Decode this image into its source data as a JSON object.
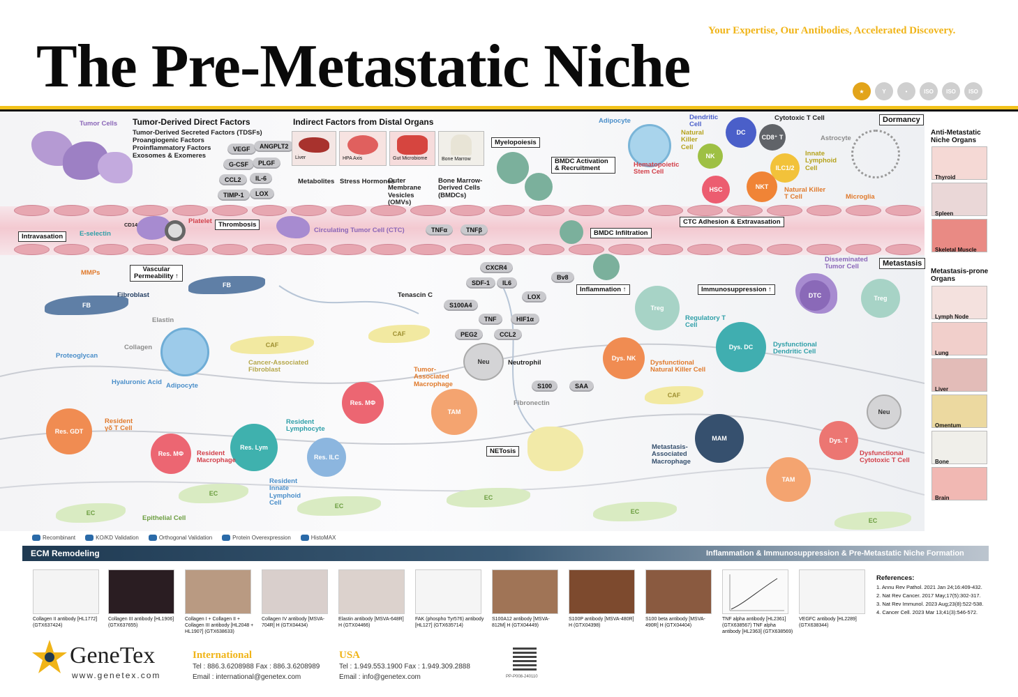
{
  "header": {
    "tagline": "Your Expertise, Our Antibodies, Accelerated Discovery.",
    "title": "The Pre-Metastatic Niche",
    "badges": [
      "ISO",
      "ISO",
      "ISO"
    ]
  },
  "tumor": {
    "tumor_cells": "Tumor Cells",
    "direct_title": "Tumor-Derived Direct Factors",
    "direct_items": [
      "Tumor-Derived Secreted Factors (TDSFs)",
      "Proangiogenic Factors",
      "Proinflammatory Factors",
      "Exosomes & Exomeres"
    ],
    "factors": [
      "VEGF",
      "ANGPLT2",
      "G-CSF",
      "PLGF",
      "CCL2",
      "IL-6",
      "TIMP-1",
      "LOX"
    ]
  },
  "indirect": {
    "title": "Indirect Factors from Distal Organs",
    "organs": [
      {
        "name": "Liver",
        "caption": "Metabolites"
      },
      {
        "name": "HPA Axis",
        "caption": "Stress Hormones"
      },
      {
        "name": "Gut Microbiome",
        "caption": "Outer Membrane Vesicles (OMVs)"
      },
      {
        "name": "Bone Marrow",
        "caption": "Bone Marrow-Derived Cells (BMDCs)"
      }
    ]
  },
  "process_labels": {
    "myelopoiesis": "Myelopoiesis",
    "bmdc_activation": "BMDC Activation & Recruitment",
    "bmdc_infiltration": "BMDC Infiltration",
    "ctc_adhesion": "CTC Adhesion & Extravasation",
    "intravasation": "Intravasation",
    "thrombosis": "Thrombosis",
    "vascular_permeability": "Vascular Permeability ↑",
    "inflammation": "Inflammation ↑",
    "immunosuppression": "Immunosuppression ↑",
    "netosis": "NETosis",
    "dormancy": "Dormancy",
    "metastasis": "Metastasis"
  },
  "labels": {
    "adipocyte_top": "Adipocyte",
    "dendritic_cell": "Dendritic Cell",
    "dc": "DC",
    "cytotoxic_t": "Cytotoxic T Cell",
    "cd8": "CD8⁺ T",
    "nk_cell": "Natural Killer Cell",
    "nk": "NK",
    "ilc12": "ILC1/2",
    "innate_lymphoid": "Innate Lymphoid Cell",
    "astrocyte": "Astrocyte",
    "hsc_full": "Hematopoietic Stem Cell",
    "hsc": "HSC",
    "nkt": "NKT",
    "nkt_full": "Natural Killer T Cell",
    "microglia": "Microglia",
    "e_selectin": "E-selectin",
    "cd142": "CD142",
    "platelet": "Platelet",
    "ctc": "Circulating Tumor Cell (CTC)",
    "tnfa": "TNFα",
    "tnfb": "TNFβ",
    "mmps": "MMPs",
    "fibroblast": "Fibroblast",
    "fb": "FB",
    "elastin": "Elastin",
    "collagen": "Collagen",
    "proteoglycan": "Proteoglycan",
    "hyaluronic": "Hyaluronic Acid",
    "adipocyte": "Adipocyte",
    "caf": "CAF",
    "caf_full": "Cancer-Associated Fibroblast",
    "tenascin": "Tenascin C",
    "cxcr4": "CXCR4",
    "sdf1": "SDF-1",
    "il6": "IL6",
    "lox": "LOX",
    "bv8": "Bv8",
    "s100a4": "S100A4",
    "tnf": "TNF",
    "hif1a": "HIF1α",
    "peg2": "PEG2",
    "ccl2": "CCL2",
    "neu": "Neu",
    "neutrophil": "Neutrophil",
    "tam": "TAM",
    "tam_full": "Tumor-Associated Macrophage",
    "s100": "S100",
    "saa": "SAA",
    "fibronectin": "Fibronectin",
    "res_gdt": "Res. GDT",
    "res_gdt_full": "Resident γδ T Cell",
    "res_lym": "Res. Lym",
    "res_lym_full": "Resident Lymphocyte",
    "res_mf": "Res. MΦ",
    "res_mf_full": "Resident Macrophage",
    "res_ilc": "Res. ILC",
    "res_ilc_full": "Resident Innate Lymphoid Cell",
    "ec": "EC",
    "epithelial": "Epithelial Cell",
    "treg": "Treg",
    "regulatory_t": "Regulatory T Cell",
    "dtc": "DTC",
    "dtc_full": "Disseminated Tumor Cell",
    "dys_nk": "Dys. NK",
    "dys_nk_full": "Dysfunctional Natural Killer Cell",
    "dys_dc": "Dys. DC",
    "dys_dc_full": "Dysfunctional Dendritic Cell",
    "mam": "MAM",
    "mam_full": "Metastasis-Associated Macrophage",
    "dys_t": "Dys. T",
    "dys_t_full": "Dysfunctional Cytotoxic T Cell"
  },
  "side": {
    "anti_title": "Anti-Metastatic Niche Organs",
    "anti_organs": [
      "Thyroid",
      "Spleen",
      "Skeletal Muscle"
    ],
    "prone_title": "Metastasis-prone Organs",
    "prone_organs": [
      "Lymph Node",
      "Lung",
      "Liver",
      "Omentum",
      "Bone",
      "Brain"
    ]
  },
  "legend": [
    "Recombinant",
    "KO/KD Validation",
    "Orthogonal Validation",
    "Protein Overexpression",
    "HistoMAX"
  ],
  "bar": {
    "left": "ECM Remodeling",
    "right": "Inflammation & Immunosuppression & Pre-Metastatic Niche Formation"
  },
  "products": [
    "Collagen II antibody [HL1772] (GTX637424)",
    "Collagen III antibody [HL1906] (GTX637655)",
    "Collagen I + Collagen II + Collagen III antibody [HL2048 + HL1907] (GTX638633)",
    "Collagen IV antibody [MSVA-704R] H (GTX04434)",
    "Elastin antibody [MSVA-648R] H (GTX04466)",
    "FAK (phospho Tyr576) antibody [HL127] (GTX635714)",
    "S100A12 antibody [MSVA-812M] H (GTX04449)",
    "S100P antibody [MSVA-480R] H (GTX04398)",
    "S100 beta antibody [MSVA-490R] H (GTX04404)",
    "TNF alpha antibody [HL2361] (GTX638567) TNF alpha antibody [HL2363] (GTX638569)",
    "VEGFC antibody [HL2289] (GTX638344)"
  ],
  "references": {
    "title": "References:",
    "items": [
      "1. Annu Rev Pathol. 2021 Jan 24;16:409-432.",
      "2. Nat Rev Cancer. 2017 May;17(5):302-317.",
      "3. Nat Rev Immunol. 2023 Aug;23(8):522-538.",
      "4. Cancer Cell. 2023 Mar 13;41(3):546-572."
    ]
  },
  "footer": {
    "brand": "GeneTex",
    "url": "www.genetex.com",
    "intl_title": "International",
    "intl_tel": "Tel : 886.3.6208988  Fax : 886.3.6208989",
    "intl_email": "Email : international@genetex.com",
    "usa_title": "USA",
    "usa_tel": "Tel : 1.949.553.1900  Fax : 1.949.309.2888",
    "usa_email": "Email : info@genetex.com",
    "code": "PP-P008-240110"
  },
  "colors": {
    "accent": "#f2c21b",
    "dark": "#111111",
    "bar": "#1f3a52",
    "vessel": "#f3c9d1"
  }
}
